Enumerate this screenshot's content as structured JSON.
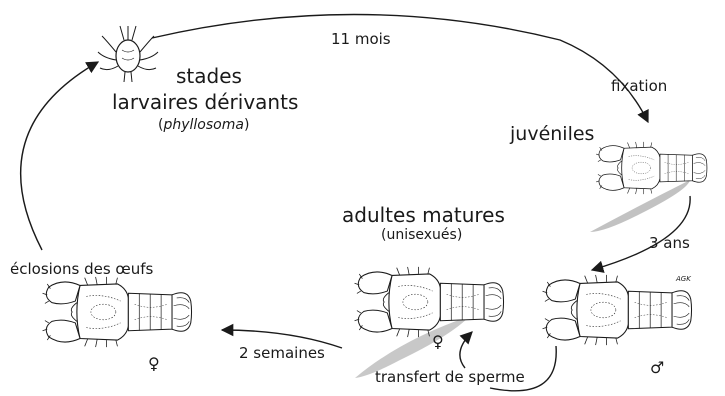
{
  "labels": {
    "duration_larval": "11 mois",
    "larval_title_line1": "stades",
    "larval_title_line2": "larvaires dérivants",
    "larval_name": "phyllosoma",
    "fixation": "fixation",
    "juveniles": "juvéniles",
    "adults_title": "adultes matures",
    "adults_subtitle": "(unisexués)",
    "duration_juvenile": "3 ans",
    "hatching": "éclosions des œufs",
    "duration_eggs": "2 semaines",
    "sperm_transfer": "transfert de  sperme",
    "female_symbol": "♀",
    "male_symbol": "♂",
    "artist_initials": "AGK"
  },
  "icons": [
    "phyllosoma-larva-icon",
    "juvenile-lobster-icon",
    "female-lobster-icon",
    "male-lobster-icon",
    "egg-bearing-female-icon"
  ],
  "colors": {
    "ink": "#1a1a1a",
    "background": "#ffffff",
    "sand": "#9a9a9a"
  }
}
